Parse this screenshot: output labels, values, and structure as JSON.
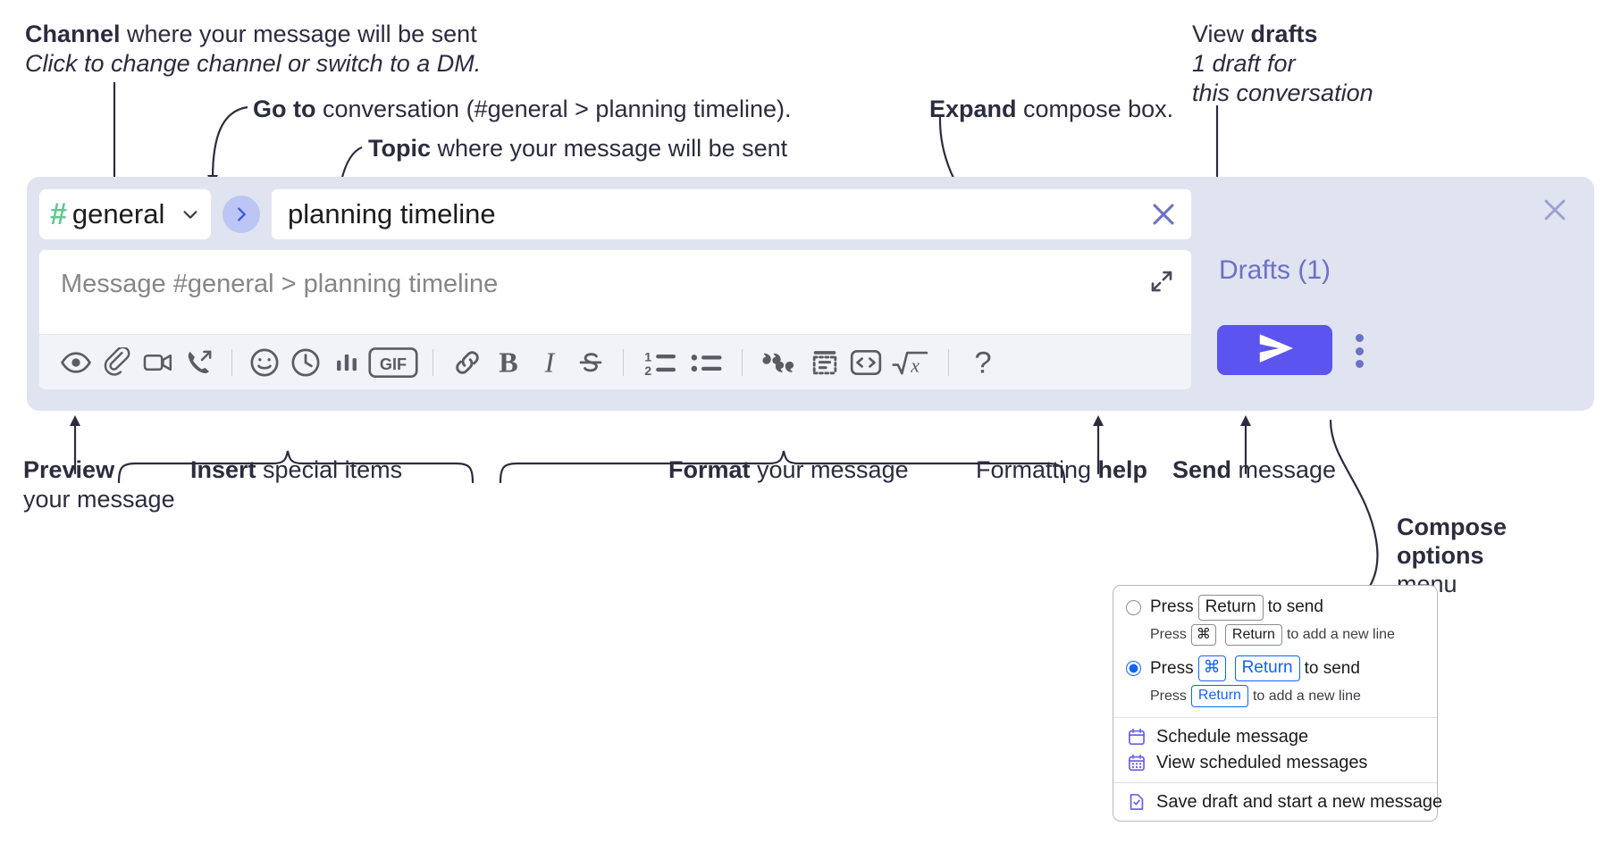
{
  "annotations": {
    "channel": {
      "line1_bold": "Channel",
      "line1_rest": " where your message will be sent",
      "line2_italic": "Click to change channel or switch to a DM."
    },
    "goto": {
      "bold": "Go to",
      "rest": " conversation (#general > planning timeline)."
    },
    "topic": {
      "bold": "Topic",
      "rest": " where your message will be sent"
    },
    "expand": {
      "bold": "Expand",
      "rest": " compose box."
    },
    "drafts": {
      "line1_plain": "View ",
      "line1_bold": "drafts",
      "line2_italic": "1 draft for",
      "line3_italic": "this conversation"
    },
    "preview": {
      "bold": "Preview",
      "rest": "your message"
    },
    "insert": {
      "bold": "Insert",
      "rest": " special items"
    },
    "format": {
      "bold": "Format",
      "rest": " your message"
    },
    "help": {
      "plain": "Formatting ",
      "bold": "help"
    },
    "send": {
      "bold": "Send",
      "rest": " message"
    },
    "compose_options": {
      "line1": "Compose",
      "line2": "options",
      "line3": "menu"
    }
  },
  "compose": {
    "channel_pill": {
      "hash_icon": "hash-icon",
      "name": "general",
      "chevron_icon": "chevron-down-icon"
    },
    "goto_button": {
      "icon": "chevron-right-icon"
    },
    "topic_field": {
      "value": "planning timeline",
      "clear_icon": "close-icon"
    },
    "message_input": {
      "placeholder": "Message #general > planning timeline",
      "value": "",
      "expand_icon": "expand-icon"
    },
    "toolbar": [
      {
        "name": "preview-icon",
        "label": "Preview"
      },
      {
        "name": "attachment-icon",
        "label": "Attach file"
      },
      {
        "name": "video-icon",
        "label": "Record video clip"
      },
      {
        "name": "audio-call-icon",
        "label": "Record audio clip"
      },
      {
        "name": "emoji-icon",
        "label": "Emoji"
      },
      {
        "name": "clock-icon",
        "label": "Reminder"
      },
      {
        "name": "poll-icon",
        "label": "Poll"
      },
      {
        "name": "gif-icon",
        "label": "GIF"
      },
      {
        "name": "link-icon",
        "label": "Link"
      },
      {
        "name": "bold-icon",
        "label": "Bold"
      },
      {
        "name": "italic-icon",
        "label": "Italic"
      },
      {
        "name": "strikethrough-icon",
        "label": "Strikethrough"
      },
      {
        "name": "ordered-list-icon",
        "label": "Ordered list"
      },
      {
        "name": "bulleted-list-icon",
        "label": "Bulleted list"
      },
      {
        "name": "blockquote-icon",
        "label": "Blockquote"
      },
      {
        "name": "code-block-icon",
        "label": "Code block"
      },
      {
        "name": "code-icon",
        "label": "Code"
      },
      {
        "name": "math-icon",
        "label": "Math"
      },
      {
        "name": "help-icon",
        "label": "Formatting help"
      }
    ],
    "gif_label": "GIF",
    "help_label": "?",
    "right": {
      "close_icon": "close-icon",
      "drafts_label": "Drafts (1)",
      "send_icon": "send-icon",
      "kebab_icon": "overflow-menu-icon"
    }
  },
  "menu": {
    "option1": {
      "press": "Press",
      "key": "Return",
      "suffix": "to send",
      "sub_press": "Press",
      "sub_key1": "⌘",
      "sub_key2": "Return",
      "sub_suffix": "to add a new line",
      "selected": false
    },
    "option2": {
      "press": "Press",
      "key1": "⌘",
      "key2": "Return",
      "suffix": "to send",
      "sub_press": "Press",
      "sub_key": "Return",
      "sub_suffix": "to add a new line",
      "selected": true
    },
    "items": [
      {
        "icon": "calendar-icon",
        "label": "Schedule message"
      },
      {
        "icon": "calendar-grid-icon",
        "label": "View scheduled messages"
      },
      {
        "icon": "save-draft-icon",
        "label": "Save draft and start a new message"
      }
    ]
  },
  "colors": {
    "compose_bg": "#e0e3f0",
    "toolbar_bg": "#f1f3f8",
    "send_purple": "#5b54ef",
    "drafts_purple": "#6b72c4",
    "hash_green": "#5fc98f",
    "goto_circle": "#bcc6f5",
    "key_blue": "#1264f0",
    "text_dark": "#2b2c3e"
  }
}
